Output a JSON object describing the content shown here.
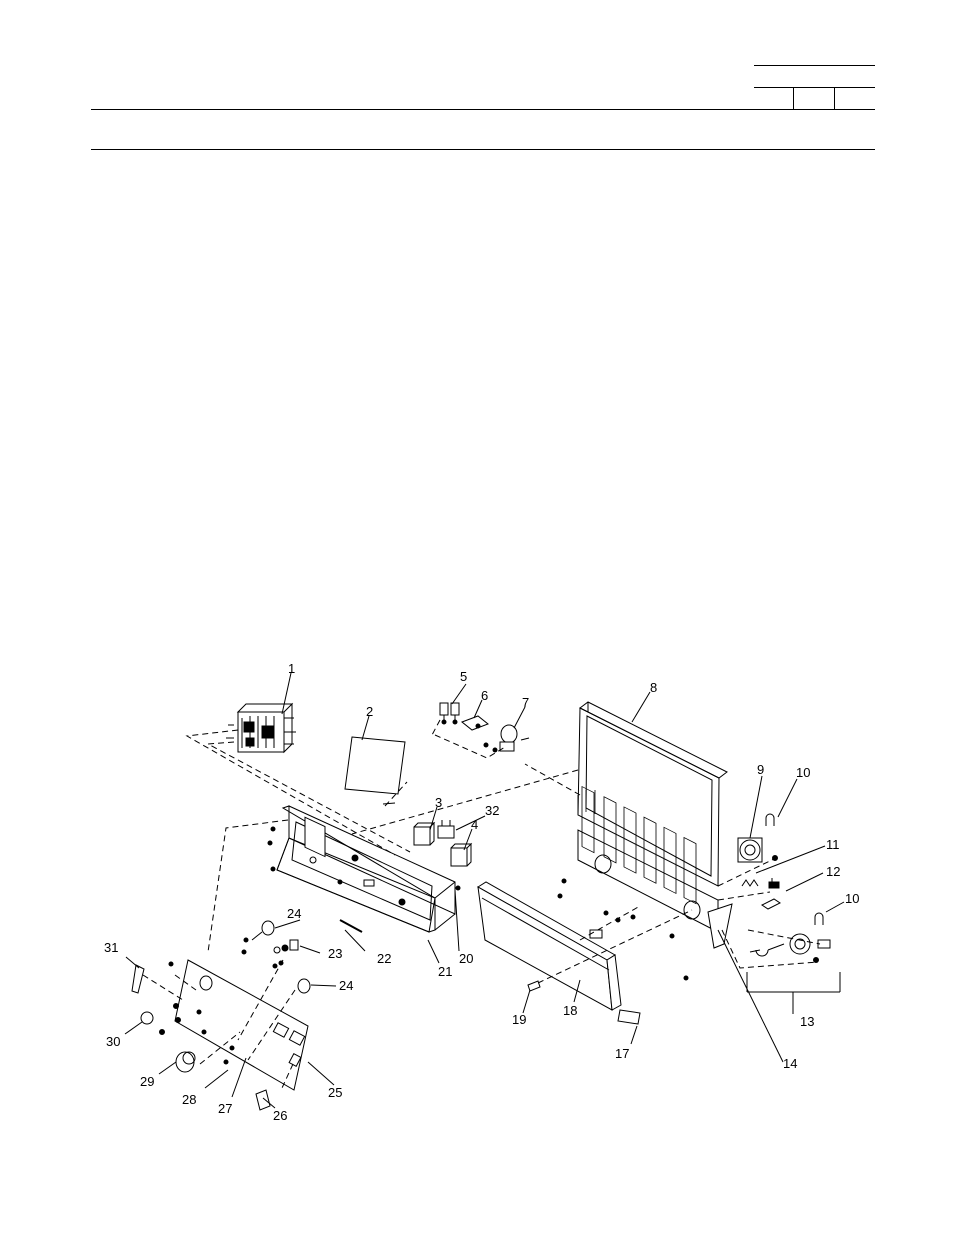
{
  "header": {
    "title_box_cells": 3
  },
  "callouts": [
    {
      "id": "c1",
      "label": "1"
    },
    {
      "id": "c2",
      "label": "2"
    },
    {
      "id": "c3",
      "label": "3"
    },
    {
      "id": "c4",
      "label": "4"
    },
    {
      "id": "c5",
      "label": "5"
    },
    {
      "id": "c6",
      "label": "6"
    },
    {
      "id": "c7",
      "label": "7"
    },
    {
      "id": "c8",
      "label": "8"
    },
    {
      "id": "c9",
      "label": "9"
    },
    {
      "id": "c10a",
      "label": "10"
    },
    {
      "id": "c10b",
      "label": "10"
    },
    {
      "id": "c11",
      "label": "11"
    },
    {
      "id": "c12",
      "label": "12"
    },
    {
      "id": "c13",
      "label": "13"
    },
    {
      "id": "c14",
      "label": "14"
    },
    {
      "id": "c17",
      "label": "17"
    },
    {
      "id": "c18",
      "label": "18"
    },
    {
      "id": "c19",
      "label": "19"
    },
    {
      "id": "c20",
      "label": "20"
    },
    {
      "id": "c21",
      "label": "21"
    },
    {
      "id": "c22",
      "label": "22"
    },
    {
      "id": "c23",
      "label": "23"
    },
    {
      "id": "c24a",
      "label": "24"
    },
    {
      "id": "c24b",
      "label": "24"
    },
    {
      "id": "c25",
      "label": "25"
    },
    {
      "id": "c26",
      "label": "26"
    },
    {
      "id": "c27",
      "label": "27"
    },
    {
      "id": "c28",
      "label": "28"
    },
    {
      "id": "c29",
      "label": "29"
    },
    {
      "id": "c30",
      "label": "30"
    },
    {
      "id": "c31",
      "label": "31"
    },
    {
      "id": "c32",
      "label": "32"
    }
  ]
}
